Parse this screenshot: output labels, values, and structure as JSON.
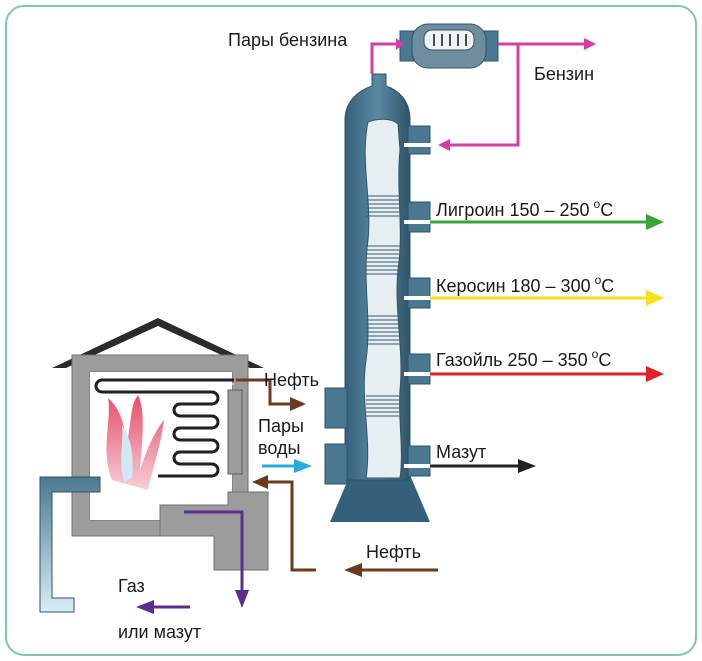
{
  "labels": {
    "gasoline_vapors": "Пары бензина",
    "gasoline": "Бензин",
    "naphtha": "Лигроин 150 – 250",
    "kerosene": "Керосин 180 – 300",
    "gasoil": "Газойль 250 – 350",
    "degree_o": "o",
    "celsius": "C",
    "fuel_oil": "Мазут",
    "oil_out": "Нефть",
    "steam_line1": "Пары",
    "steam_line2": "воды",
    "oil_in": "Нефть",
    "gas": "Газ",
    "or_fuel_oil": "или мазут"
  },
  "colors": {
    "frame": "#7fc7ad",
    "column": "#4b7891",
    "column_dark": "#2f5468",
    "column_light": "#c8dce6",
    "furnace": "#9c9c9c",
    "furnace_inner": "#ffffff",
    "roof": "#2b2b2b",
    "gasoline_arrow": "#d43fa6",
    "naphtha_arrow": "#3aa43a",
    "kerosene_arrow": "#f2e21b",
    "gasoil_arrow": "#e0202a",
    "fuel_oil_arrow": "#222222",
    "oil_arrow": "#6b3a1e",
    "steam_arrow": "#27a9e1",
    "gas_arrow": "#5b2d8e"
  }
}
